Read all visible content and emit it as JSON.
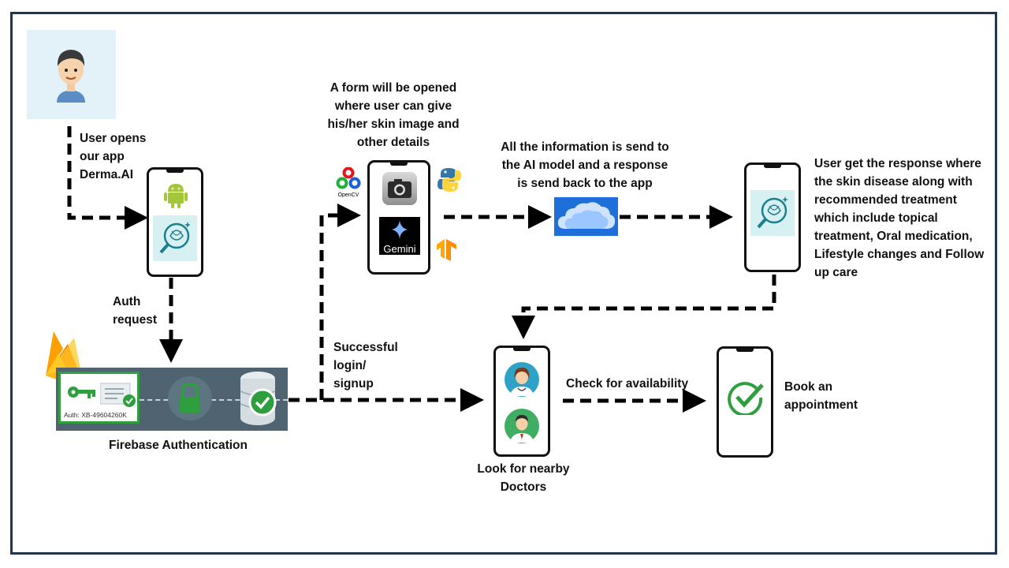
{
  "steps": {
    "user_opens": "User opens\nour app\nDerma.AI",
    "auth_request": "Auth\nrequest",
    "firebase": "Firebase Authentication",
    "auth_card_text": "Auth: XB-49604260K",
    "successful_login": "Successful\nlogin/\nsignup",
    "form_opened": "A form will be opened\nwhere user can give\nhis/her skin image and\nother details",
    "info_sent": "All the information is send to\nthe AI model and a response\nis send back to the app",
    "user_response": "User get the response where\nthe skin disease along with\nrecommended treatment\nwhich include topical\ntreatment, Oral medication,\nLifestyle changes and Follow\nup care",
    "check_availability": "Check for availability",
    "book_appointment": "Book an\nappointment",
    "nearby_doctors": "Look for nearby\nDoctors"
  },
  "logos": {
    "opencv": "OpenCV",
    "gemini": "Gemini"
  },
  "colors": {
    "frame": "#1f3550",
    "arrow": "#000000",
    "android": "#a4c639",
    "teal_logo": "#1a7f8e",
    "cloud": "#1e6fd9",
    "firebase_bar": "#4f6470",
    "green_check": "#2e9e3e"
  }
}
